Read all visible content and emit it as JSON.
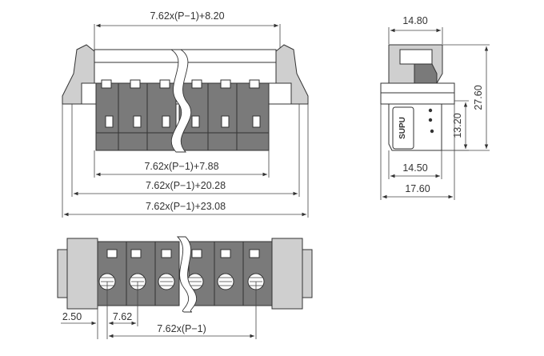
{
  "front_view": {
    "dim_top": "7.62x(P−1)+8.20",
    "dim_mid": "7.62x(P−1)+7.88",
    "dim_lower": "7.62x(P−1)+20.28",
    "dim_bottom": "7.62x(P−1)+23.08"
  },
  "side_view": {
    "dim_top_width": "14.80",
    "dim_height": "27.60",
    "dim_inner_height": "13.20",
    "dim_inner_width": "14.50",
    "dim_outer_width": "17.60",
    "brand_mark": "SUPU"
  },
  "bottom_view": {
    "dim_offset": "2.50",
    "dim_pitch": "7.62",
    "dim_span": "7.62x(P−1)"
  }
}
